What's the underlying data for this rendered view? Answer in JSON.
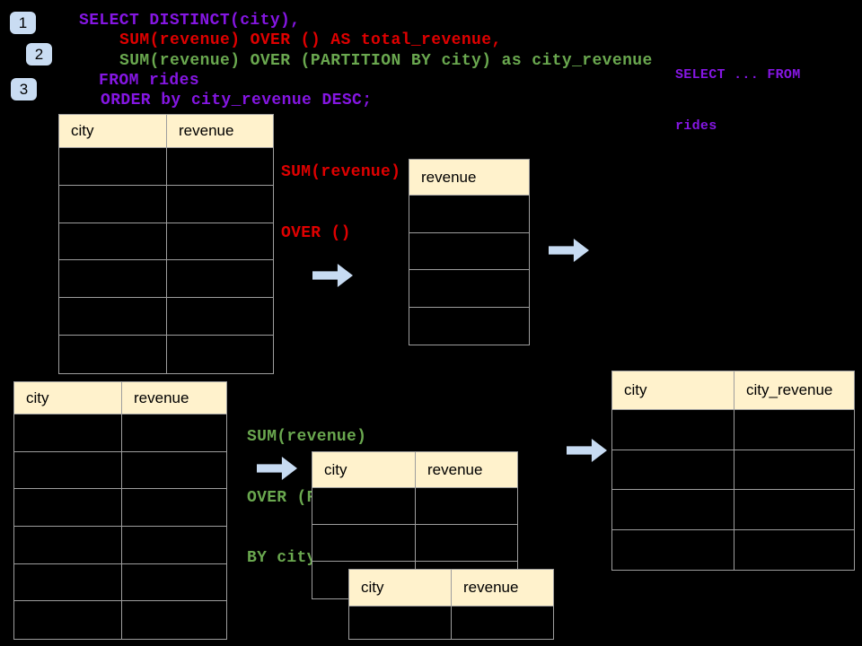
{
  "slide": {
    "colors": {
      "background": "#000000",
      "header_fill": "#FFF2CC",
      "table_border": "#9E9E9E",
      "badge_fill": "#C9DCF2",
      "arrow_fill": "#C7DBF2",
      "purple": "#8516E3",
      "red": "#DF0000",
      "green": "#6AA84F"
    },
    "steps": [
      {
        "label": "1"
      },
      {
        "label": "2"
      },
      {
        "label": "3"
      }
    ],
    "code": {
      "lines": [
        {
          "text": "SELECT DISTINCT(city),",
          "color": "#8516E3"
        },
        {
          "text": "SUM(revenue) OVER () AS total_revenue,",
          "color": "#DF0000"
        },
        {
          "text": "SUM(revenue) OVER (PARTITION BY city) as city_revenue",
          "color": "#6AA84F"
        },
        {
          "text": "FROM rides",
          "color": "#8516E3"
        },
        {
          "text": "ORDER by city_revenue DESC;",
          "color": "#8516E3"
        }
      ]
    },
    "note": {
      "color": "#8516E3",
      "lines": [
        "SELECT ... FROM",
        "rides"
      ]
    },
    "annotations": {
      "total": {
        "color": "#DF0000",
        "lines": [
          "SUM(revenue)",
          "OVER ()"
        ]
      },
      "partition": {
        "color": "#6AA84F",
        "lines": [
          "SUM(revenue)",
          "OVER (PARTITION",
          "BY city)"
        ]
      }
    },
    "tables": {
      "source_top": {
        "headers": [
          "city",
          "revenue"
        ],
        "empty_rows": 6
      },
      "window_total": {
        "headers": [
          "revenue"
        ],
        "empty_rows": 4
      },
      "source_bottom": {
        "headers": [
          "city",
          "revenue"
        ],
        "empty_rows": 6
      },
      "partition_first": {
        "headers": [
          "city",
          "revenue"
        ],
        "empty_rows": 3
      },
      "partition_second": {
        "headers": [
          "city",
          "revenue"
        ],
        "empty_rows": 1
      },
      "result": {
        "headers": [
          "city",
          "city_revenue"
        ],
        "empty_rows": 4
      }
    }
  }
}
